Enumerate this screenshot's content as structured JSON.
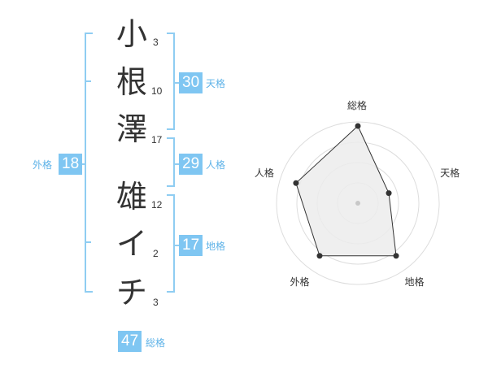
{
  "colors": {
    "accent": "#7fc6f2",
    "accent_text": "#5fb3e8",
    "bracket": "#8fcdf2",
    "text": "#333333",
    "radar_fill": "#ececec",
    "radar_grid": "#dddddd",
    "radar_line": "#333333"
  },
  "name": {
    "characters": [
      {
        "char": "小",
        "strokes": "3"
      },
      {
        "char": "根",
        "strokes": "10"
      },
      {
        "char": "澤",
        "strokes": "17"
      },
      {
        "char": "雄",
        "strokes": "12"
      },
      {
        "char": "イ",
        "strokes": "2"
      },
      {
        "char": "チ",
        "strokes": "3"
      }
    ]
  },
  "fortunes": {
    "tenkaku": {
      "value": "30",
      "label": "天格"
    },
    "jinkaku": {
      "value": "29",
      "label": "人格"
    },
    "chikaku": {
      "value": "17",
      "label": "地格"
    },
    "gaikaku": {
      "value": "18",
      "label": "外格"
    },
    "soukaku": {
      "value": "47",
      "label": "総格"
    }
  },
  "radar": {
    "axes": [
      {
        "key": "soukaku",
        "label": "総格",
        "level": 0.95
      },
      {
        "key": "tenkaku",
        "label": "天格",
        "level": 0.4
      },
      {
        "key": "chikaku",
        "label": "地格",
        "level": 0.8
      },
      {
        "key": "gaikaku",
        "label": "外格",
        "level": 0.8
      },
      {
        "key": "jinkaku",
        "label": "人格",
        "level": 0.8
      }
    ],
    "rings": 4
  }
}
